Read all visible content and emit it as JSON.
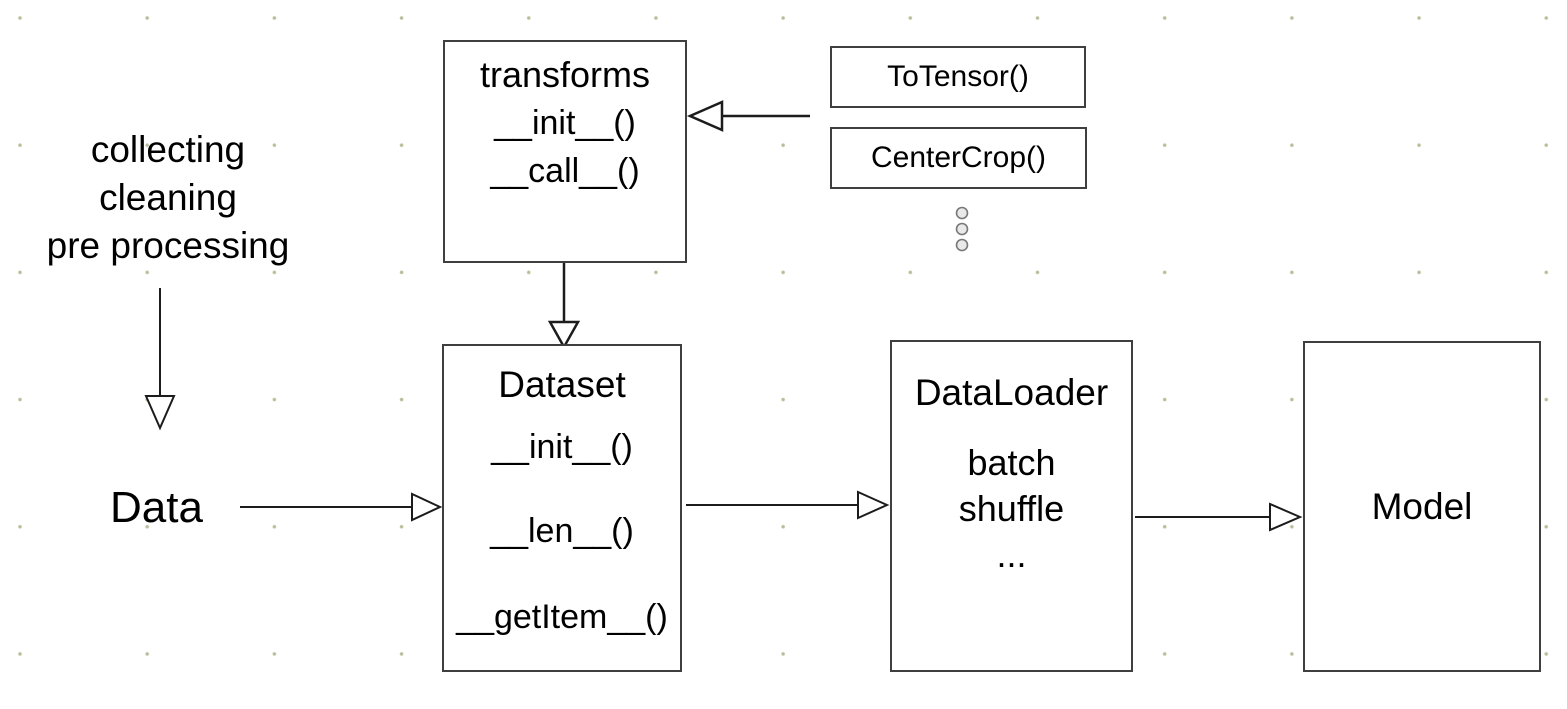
{
  "nodes": {
    "transforms": {
      "title": "transforms",
      "methods": [
        "__init__()",
        "__call__()"
      ]
    },
    "totensor": {
      "label": "ToTensor()"
    },
    "centercrop": {
      "label": "CenterCrop()"
    },
    "dataset": {
      "title": "Dataset",
      "methods": [
        "__init__()",
        "__len__()",
        "__getItem__()"
      ]
    },
    "dataloader": {
      "title": "DataLoader",
      "options": [
        "batch",
        "shuffle",
        "..."
      ]
    },
    "model": {
      "title": "Model"
    }
  },
  "labels": {
    "preprocessing": [
      "collecting",
      "cleaning",
      "pre processing"
    ],
    "data": "Data"
  },
  "arrows": [
    "totensor-to-transforms",
    "transforms-to-dataset",
    "preprocessing-to-data",
    "data-to-dataset",
    "dataset-to-dataloader",
    "dataloader-to-model"
  ],
  "colors": {
    "background": "#ffffff",
    "box_border": "#3f3f3f",
    "arrow_line": "#1c1c1c",
    "text": "#000000",
    "grid_dot": "#94985f",
    "ellipsis_dot_fill": "#e9e9e9",
    "ellipsis_dot_stroke": "#787878"
  }
}
